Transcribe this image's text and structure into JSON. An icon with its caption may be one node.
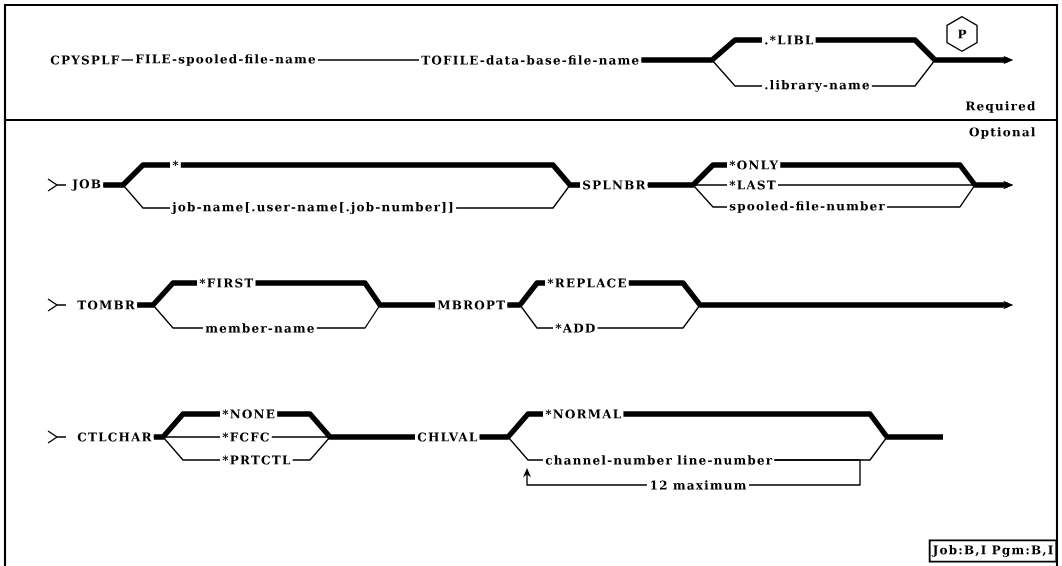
{
  "diagram": {
    "nodes": [
      {
        "text": [
          "CPYSPLF"
        ]
      },
      {
        "text": [
          "FILE-spooled-file-name"
        ]
      },
      {
        "text": [
          "TOFILE-data-base-file-name"
        ]
      },
      {
        "text": [
          ".*LIBL"
        ]
      },
      {
        "text": [
          ".library-name"
        ]
      },
      {
        "text": [
          "P"
        ]
      },
      {
        "text": [
          "JOB"
        ]
      },
      {
        "text": [
          "*"
        ]
      },
      {
        "text": [
          "job-name[.user-name[.job-number]]"
        ]
      },
      {
        "text": [
          "SPLNBR"
        ]
      },
      {
        "text": [
          "*ONLY"
        ]
      },
      {
        "text": [
          "*LAST"
        ]
      },
      {
        "text": [
          "spooled-file-number"
        ]
      },
      {
        "text": [
          "TOMBR"
        ]
      },
      {
        "text": [
          "*FIRST"
        ]
      },
      {
        "text": [
          "member-name"
        ]
      },
      {
        "text": [
          "MBROPT"
        ]
      },
      {
        "text": [
          "*REPLACE"
        ]
      },
      {
        "text": [
          "*ADD"
        ]
      },
      {
        "text": [
          "CTLCHAR"
        ]
      },
      {
        "text": [
          "*NONE"
        ]
      },
      {
        "text": [
          "*FCFC"
        ]
      },
      {
        "text": [
          "*PRTCTL"
        ]
      },
      {
        "text": [
          "CHLVAL"
        ]
      },
      {
        "text": [
          "*NORMAL"
        ]
      },
      {
        "text": [
          "channel-number line-number"
        ]
      },
      {
        "text": [
          "Job:B,I Pgm:B,I"
        ]
      }
    ],
    "edges": [
      {
        "from": 0,
        "to": 1,
        "arrow": "none"
      },
      {
        "from": 1,
        "to": 2,
        "arrow": "none"
      },
      {
        "from": 2,
        "to": 3,
        "arrow": "none",
        "style": "thick"
      },
      {
        "from": 2,
        "to": 4,
        "arrow": "none"
      },
      {
        "from": 3,
        "to": null,
        "arrow": "to",
        "style": "thick"
      },
      {
        "from": 4,
        "to": null,
        "arrow": "to"
      },
      {
        "from": 6,
        "to": 7,
        "arrow": "none",
        "style": "thick"
      },
      {
        "from": 6,
        "to": 8,
        "arrow": "none"
      },
      {
        "from": 7,
        "to": 9,
        "arrow": "none",
        "style": "thick"
      },
      {
        "from": 8,
        "to": 9,
        "arrow": "none"
      },
      {
        "from": 9,
        "to": 10,
        "arrow": "none",
        "style": "thick"
      },
      {
        "from": 9,
        "to": 11,
        "arrow": "none"
      },
      {
        "from": 9,
        "to": 12,
        "arrow": "none"
      },
      {
        "from": 10,
        "to": null,
        "arrow": "to",
        "style": "thick"
      },
      {
        "from": 11,
        "to": null,
        "arrow": "to"
      },
      {
        "from": 12,
        "to": null,
        "arrow": "to"
      },
      {
        "from": 13,
        "to": 14,
        "arrow": "none",
        "style": "thick"
      },
      {
        "from": 13,
        "to": 15,
        "arrow": "none"
      },
      {
        "from": 14,
        "to": 16,
        "arrow": "none",
        "style": "thick"
      },
      {
        "from": 15,
        "to": 16,
        "arrow": "none"
      },
      {
        "from": 16,
        "to": 17,
        "arrow": "none",
        "style": "thick"
      },
      {
        "from": 16,
        "to": 18,
        "arrow": "none"
      },
      {
        "from": 17,
        "to": null,
        "arrow": "to",
        "style": "thick"
      },
      {
        "from": 18,
        "to": null,
        "arrow": "to"
      },
      {
        "from": 19,
        "to": 20,
        "arrow": "none",
        "style": "thick"
      },
      {
        "from": 19,
        "to": 21,
        "arrow": "none"
      },
      {
        "from": 19,
        "to": 22,
        "arrow": "none"
      },
      {
        "from": 20,
        "to": 23,
        "arrow": "none",
        "style": "thick"
      },
      {
        "from": 21,
        "to": 23,
        "arrow": "none"
      },
      {
        "from": 22,
        "to": 23,
        "arrow": "none"
      },
      {
        "from": 23,
        "to": 24,
        "arrow": "none",
        "style": "thick"
      },
      {
        "from": 23,
        "to": 25,
        "arrow": "none"
      },
      {
        "from": 24,
        "to": null,
        "arrow": "none",
        "style": "thick"
      },
      {
        "from": 25,
        "to": null,
        "arrow": "none"
      },
      {
        "from": 25,
        "to": 25,
        "arrow": "to",
        "label": "12 maximum"
      }
    ],
    "labels": [
      "Required",
      "Optional"
    ]
  }
}
